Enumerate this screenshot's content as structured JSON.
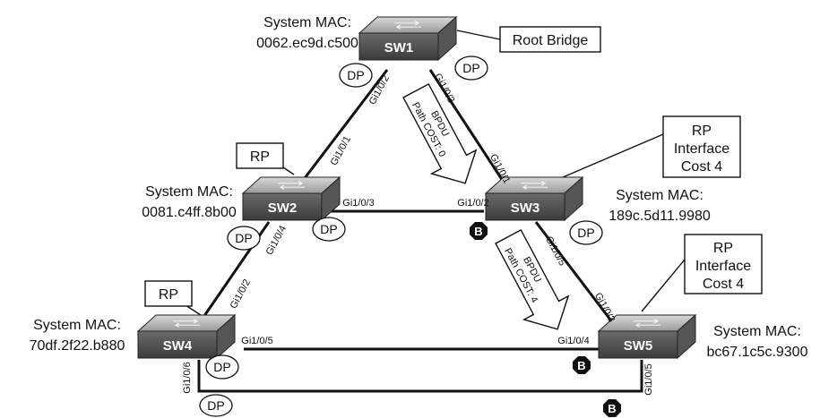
{
  "switches": {
    "sw1": {
      "name": "SW1",
      "mac_label": "System MAC:",
      "mac": "0062.ec9d.c500"
    },
    "sw2": {
      "name": "SW2",
      "mac_label": "System MAC:",
      "mac": "0081.c4ff.8b00"
    },
    "sw3": {
      "name": "SW3",
      "mac_label": "System MAC:",
      "mac": "189c.5d11.9980"
    },
    "sw4": {
      "name": "SW4",
      "mac_label": "System MAC:",
      "mac": "70df.2f22.b880"
    },
    "sw5": {
      "name": "SW5",
      "mac_label": "System MAC:",
      "mac": "bc67.1c5c.9300"
    }
  },
  "callouts": {
    "root": "Root Bridge",
    "sw2_rp": "RP",
    "sw4_rp": "RP",
    "sw3_rp": [
      "RP",
      "Interface",
      "Cost 4"
    ],
    "sw5_rp": [
      "RP",
      "Interface",
      "Cost 4"
    ]
  },
  "ports": {
    "sw1_gi102": "Gi1/0/2",
    "sw1_gi103": "Gi1/0/3",
    "sw2_gi101": "Gi1/0/1",
    "sw2_gi103": "Gi1/0/3",
    "sw2_gi104": "Gi1/0/4",
    "sw3_gi101": "Gi1/0/1",
    "sw3_gi102": "Gi1/0/2",
    "sw3_gi105": "Gi1/0/5",
    "sw4_gi102": "Gi1/0/2",
    "sw4_gi105": "Gi1/0/5",
    "sw4_gi106": "Gi1/0/6",
    "sw5_gi103": "Gi1/0/3",
    "sw5_gi104": "Gi1/0/4",
    "sw5_gi105": "Gi1/0/5"
  },
  "roles": {
    "dp": "DP",
    "blocked": "B"
  },
  "bpdu": {
    "arrow1": {
      "title": "BPDU",
      "cost": "Path COST: 0"
    },
    "arrow2": {
      "title": "BPDU",
      "cost": "Path COST: 4"
    }
  }
}
